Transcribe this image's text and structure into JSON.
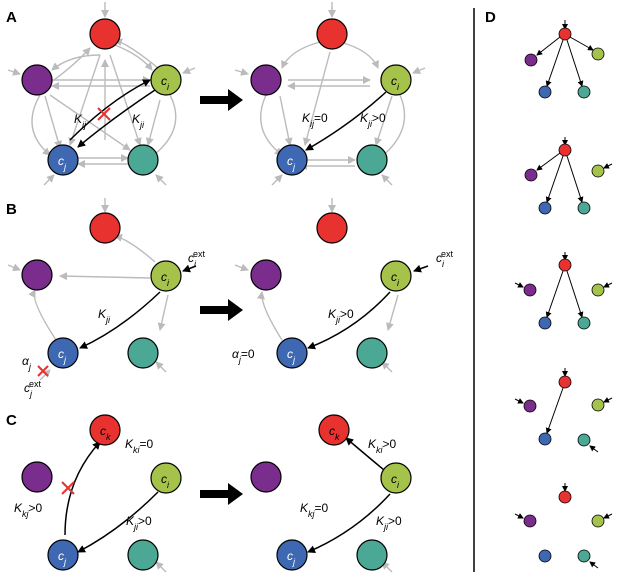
{
  "colors": {
    "red": "#e8322f",
    "purple": "#7b2d8e",
    "green": "#a5c34a",
    "blue": "#3f68b3",
    "teal": "#4aa894",
    "gray_edge": "#bbbbbb",
    "cut_mark": "#e8322f"
  },
  "panels": {
    "A": {
      "letter": "A",
      "node_i": "c",
      "node_i_sub": "i",
      "node_j": "c",
      "node_j_sub": "j",
      "left_kij": "K",
      "left_kij_sub": "ij",
      "left_kji": "K",
      "left_kji_sub": "ji",
      "right_kij": "K",
      "right_kij_sub": "ij",
      "right_kij_val": "=0",
      "right_kji": "K",
      "right_kji_sub": "ji",
      "right_kji_val": ">0"
    },
    "B": {
      "letter": "B",
      "node_i": "c",
      "node_i_sub": "i",
      "node_j": "c",
      "node_j_sub": "j",
      "cext_i": "c",
      "cext_i_sub": "i",
      "cext_i_sup": "ext",
      "cext_j": "c",
      "cext_j_sub": "j",
      "cext_j_sup": "ext",
      "left_kji": "K",
      "left_kji_sub": "ji",
      "alpha": "α",
      "alpha_sub": "j",
      "right_kji": "K",
      "right_kji_sub": "ji",
      "right_kji_val": ">0",
      "right_alpha": "α",
      "right_alpha_sub": "j",
      "right_alpha_val": "=0"
    },
    "C": {
      "letter": "C",
      "node_k": "c",
      "node_k_sub": "k",
      "node_i": "c",
      "node_i_sub": "i",
      "node_j": "c",
      "node_j_sub": "j",
      "left_kki": "K",
      "left_kki_sub": "ki",
      "left_kki_val": "=0",
      "left_kkj": "K",
      "left_kkj_sub": "kj",
      "left_kkj_val": ">0",
      "left_kji": "K",
      "left_kji_sub": "ji",
      "left_kji_val": ">0",
      "right_kki": "K",
      "right_kki_sub": "ki",
      "right_kki_val": ">0",
      "right_kkj": "K",
      "right_kkj_sub": "kj",
      "right_kkj_val": "=0",
      "right_kji": "K",
      "right_kji_sub": "ji",
      "right_kji_val": ">0"
    },
    "D": {
      "letter": "D"
    }
  }
}
